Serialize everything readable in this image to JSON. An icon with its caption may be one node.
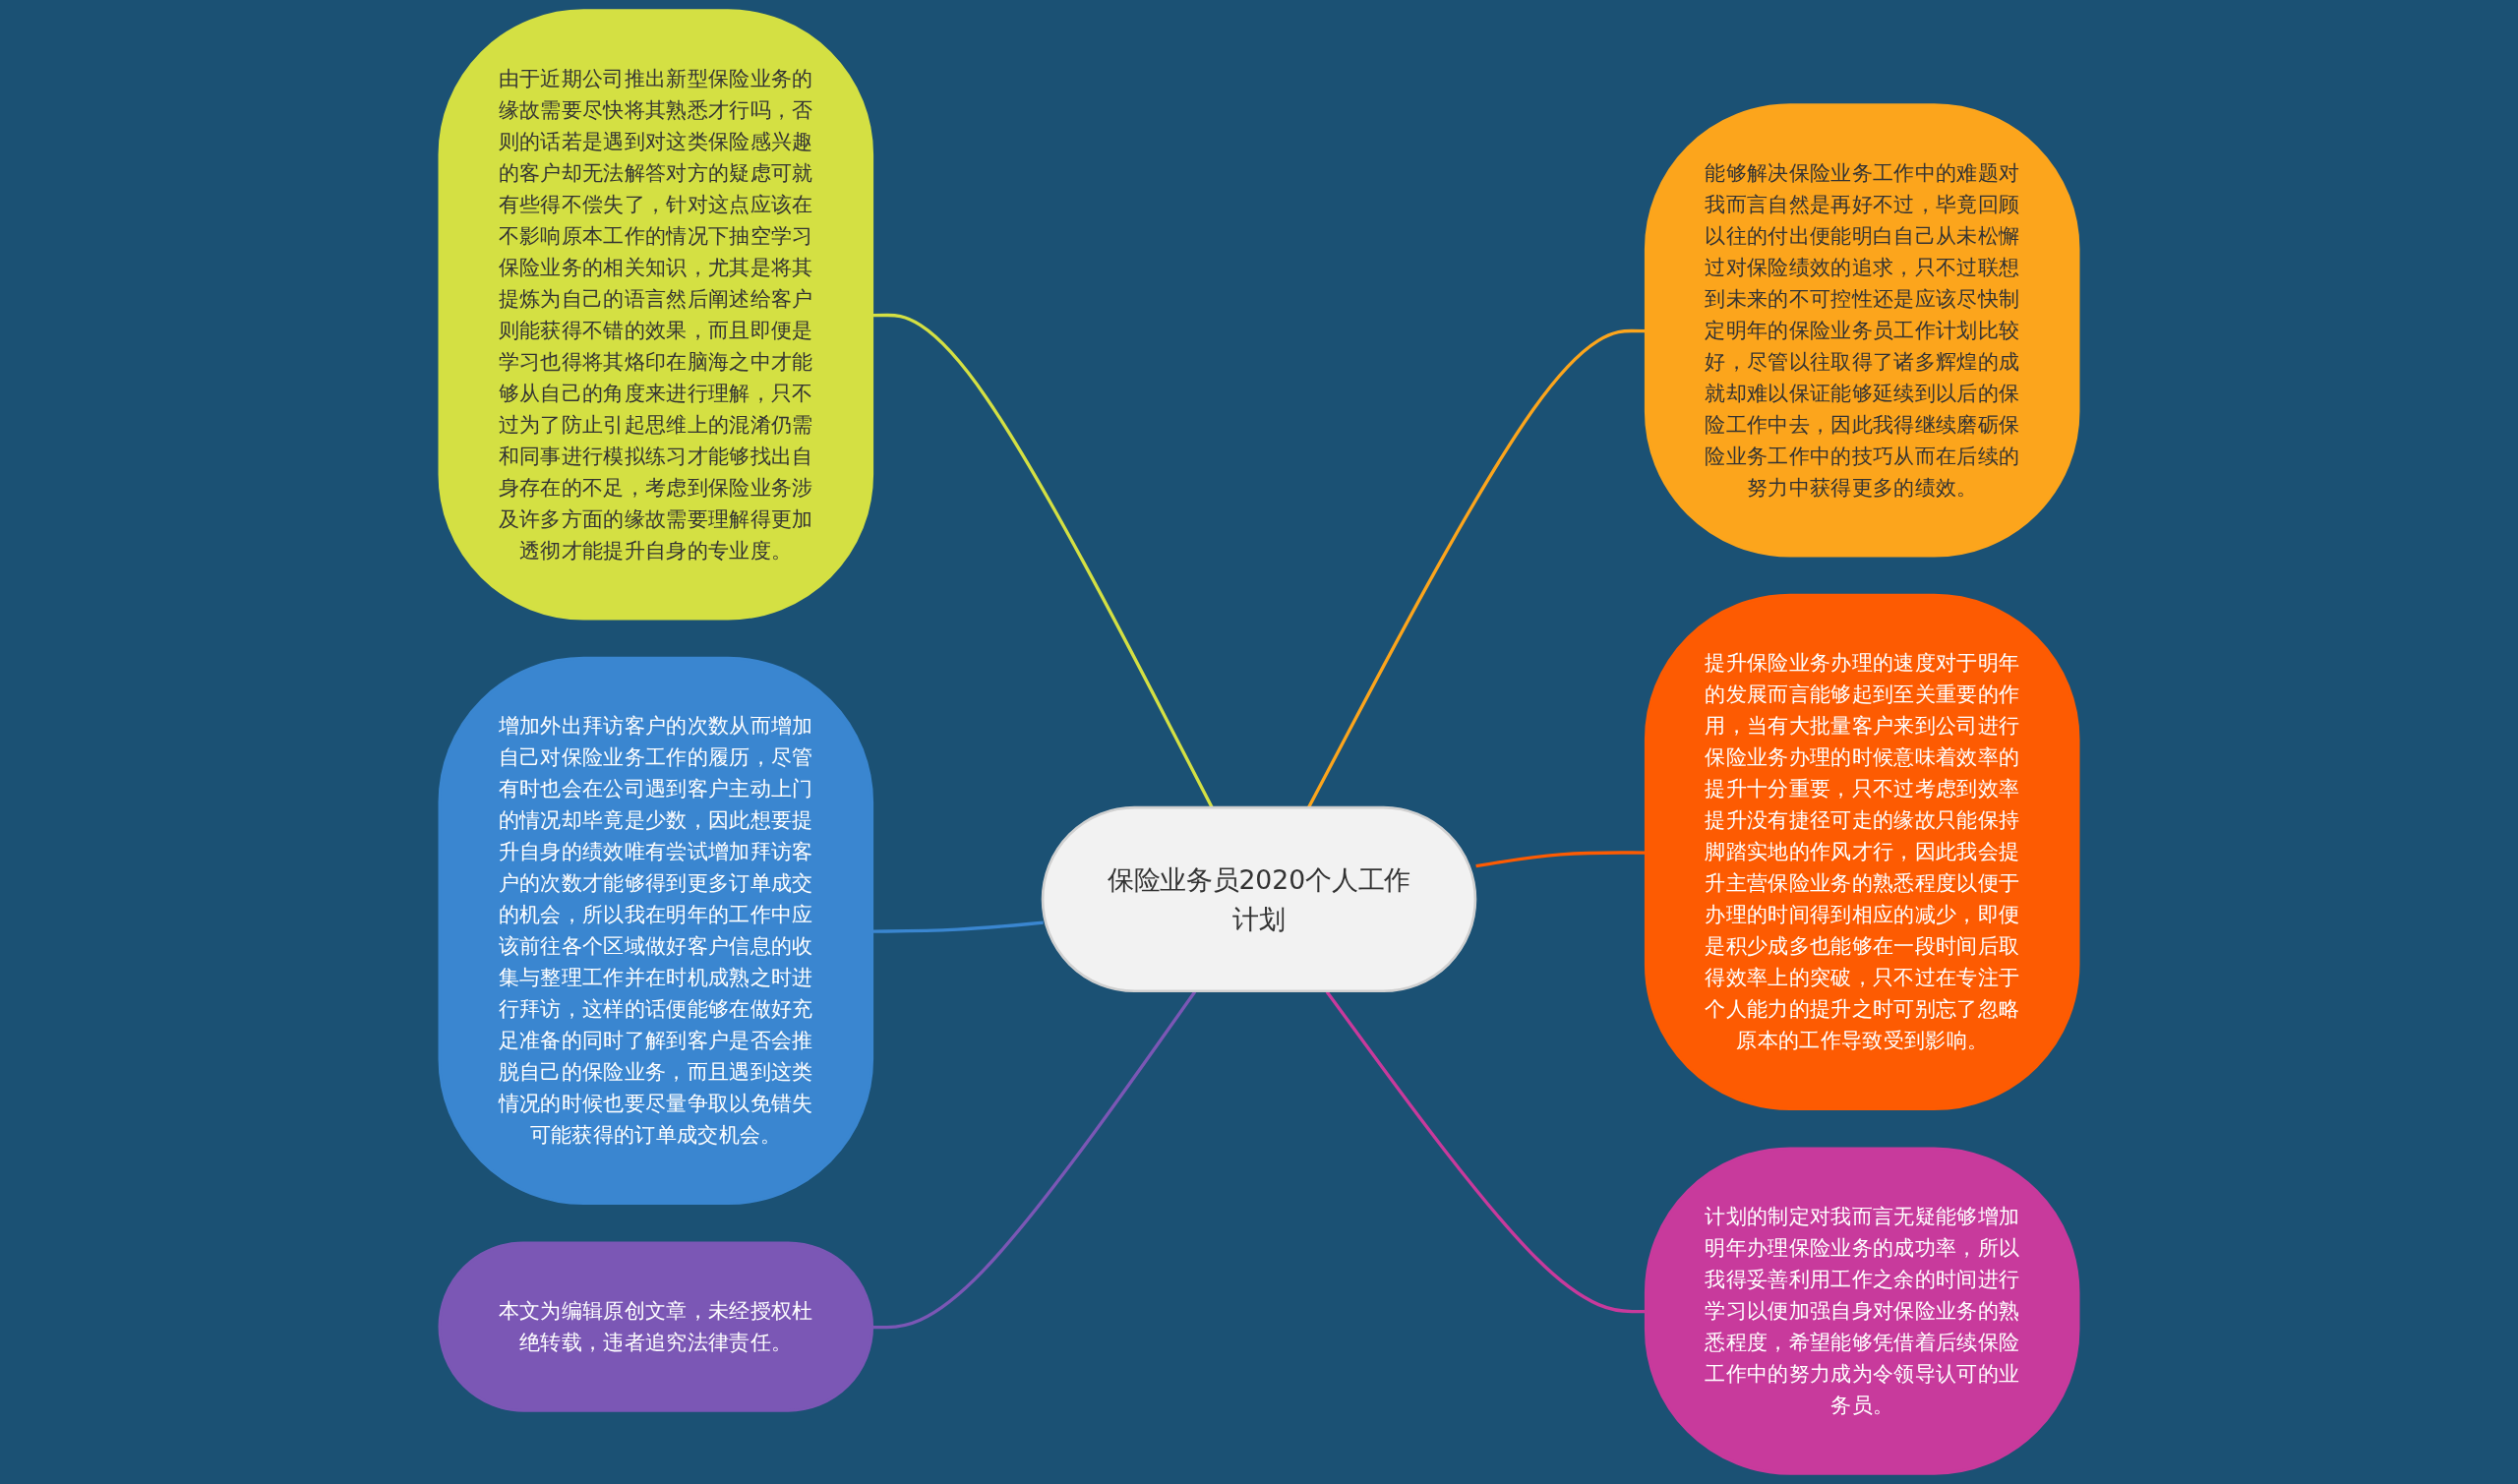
{
  "diagram": {
    "nodes": [
      {
        "text": [
          "保险业务员2020个人工作计划"
        ]
      },
      {
        "text": [
          "由于近期公司推出新型保险业务的缘故需要尽快将其熟悉才行吗，否则的话若是遇到对这类保险感兴趣的客户却无法解答对方的疑虑可就有些得不偿失了，针对这点应该在不影响原本工作的情况下抽空学习保险业务的相关知识，尤其是将其提炼为自己的语言然后阐述给客户则能获得不错的效果，而且即便是学习也得将其烙印在脑海之中才能够从自己的角度来进行理解，只不过为了防止引起思维上的混淆仍需和同事进行模拟练习才能够找出自身存在的不足，考虑到保险业务涉及许多方面的缘故需要理解得更加透彻才能提升自身的专业度。"
        ]
      },
      {
        "text": [
          "增加外出拜访客户的次数从而增加自己对保险业务工作的履历，尽管有时也会在公司遇到客户主动上门的情况却毕竟是少数，因此想要提升自身的绩效唯有尝试增加拜访客户的次数才能够得到更多订单成交的机会，所以我在明年的工作中应该前往各个区域做好客户信息的收集与整理工作并在时机成熟之时进行拜访，这样的话便能够在做好充足准备的同时了解到客户是否会推脱自己的保险业务，而且遇到这类情况的时候也要尽量争取以免错失可能获得的订单成交机会。"
        ]
      },
      {
        "text": [
          "本文为编辑原创文章，未经授权杜绝转载，违者追究法律责任。"
        ]
      },
      {
        "text": [
          "能够解决保险业务工作中的难题对我而言自然是再好不过，毕竟回顾以往的付出便能明白自己从未松懈过对保险绩效的追求，只不过联想到未来的不可控性还是应该尽快制定明年的保险业务员工作计划比较好，尽管以往取得了诸多辉煌的成就却难以保证能够延续到以后的保险工作中去，因此我得继续磨砺保险业务工作中的技巧从而在后续的努力中获得更多的绩效。"
        ]
      },
      {
        "text": [
          "提升保险业务办理的速度对于明年的发展而言能够起到至关重要的作用，当有大批量客户来到公司进行保险业务办理的时候意味着效率的提升十分重要，只不过考虑到效率提升没有捷径可走的缘故只能保持脚踏实地的作风才行，因此我会提升主营保险业务的熟悉程度以便于办理的时间得到相应的减少，即便是积少成多也能够在一段时间后取得效率上的突破，只不过在专注于个人能力的提升之时可别忘了忽略原本的工作导致受到影响。"
        ]
      },
      {
        "text": [
          "计划的制定对我而言无疑能够增加明年办理保险业务的成功率，所以我得妥善利用工作之余的时间进行学习以便加强自身对保险业务的熟悉程度，希望能够凭借着后续保险工作中的努力成为令领导认可的业务员。"
        ]
      }
    ],
    "edges": [
      {
        "from": 1,
        "to": 0,
        "arrow": "none",
        "color": "#d4e043"
      },
      {
        "from": 2,
        "to": 0,
        "arrow": "none",
        "color": "#3a86d0"
      },
      {
        "from": 3,
        "to": 0,
        "arrow": "none",
        "color": "#7b57b5"
      },
      {
        "from": 0,
        "to": 4,
        "arrow": "none",
        "color": "#fca51c"
      },
      {
        "from": 0,
        "to": 5,
        "arrow": "none",
        "color": "#fd5b02"
      },
      {
        "from": 0,
        "to": 6,
        "arrow": "none",
        "color": "#c83a9c"
      }
    ]
  }
}
